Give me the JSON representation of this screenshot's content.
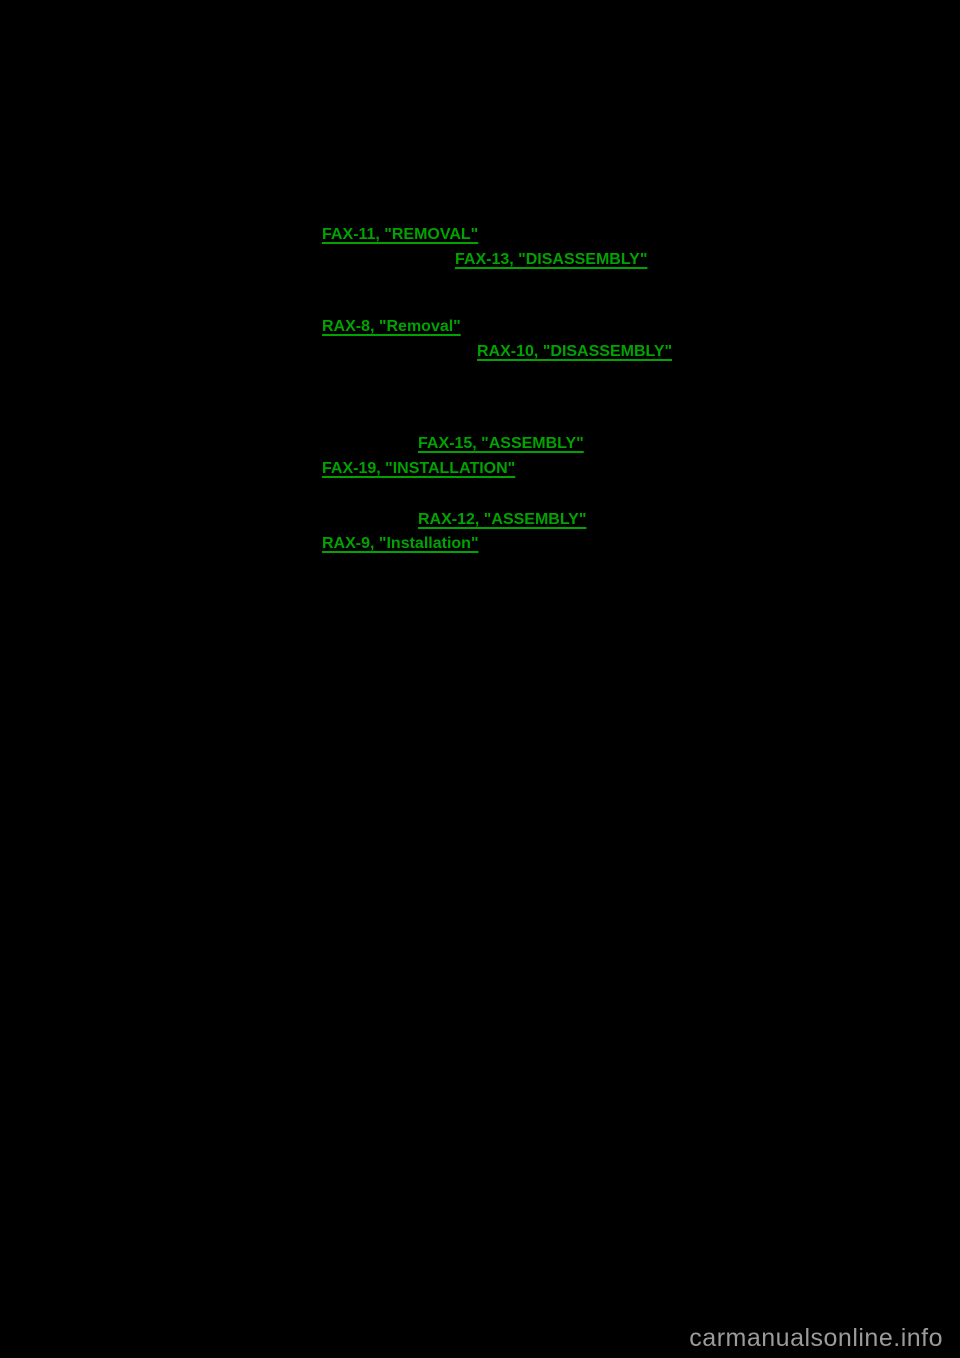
{
  "page": {
    "background_color": "#000000",
    "link_color": "#00A300",
    "watermark_color": "#9B9B9B"
  },
  "links": [
    {
      "label": "FAX-11, \"REMOVAL\""
    },
    {
      "label": "FAX-13, \"DISASSEMBLY\""
    },
    {
      "label": "RAX-8, \"Removal\""
    },
    {
      "label": "RAX-10, \"DISASSEMBLY\""
    },
    {
      "label": "FAX-15, \"ASSEMBLY\""
    },
    {
      "label": "FAX-19, \"INSTALLATION\""
    },
    {
      "label": "RAX-12, \"ASSEMBLY\""
    },
    {
      "label": "RAX-9, \"Installation\""
    }
  ],
  "watermark": {
    "text": "carmanualsonline.info"
  }
}
